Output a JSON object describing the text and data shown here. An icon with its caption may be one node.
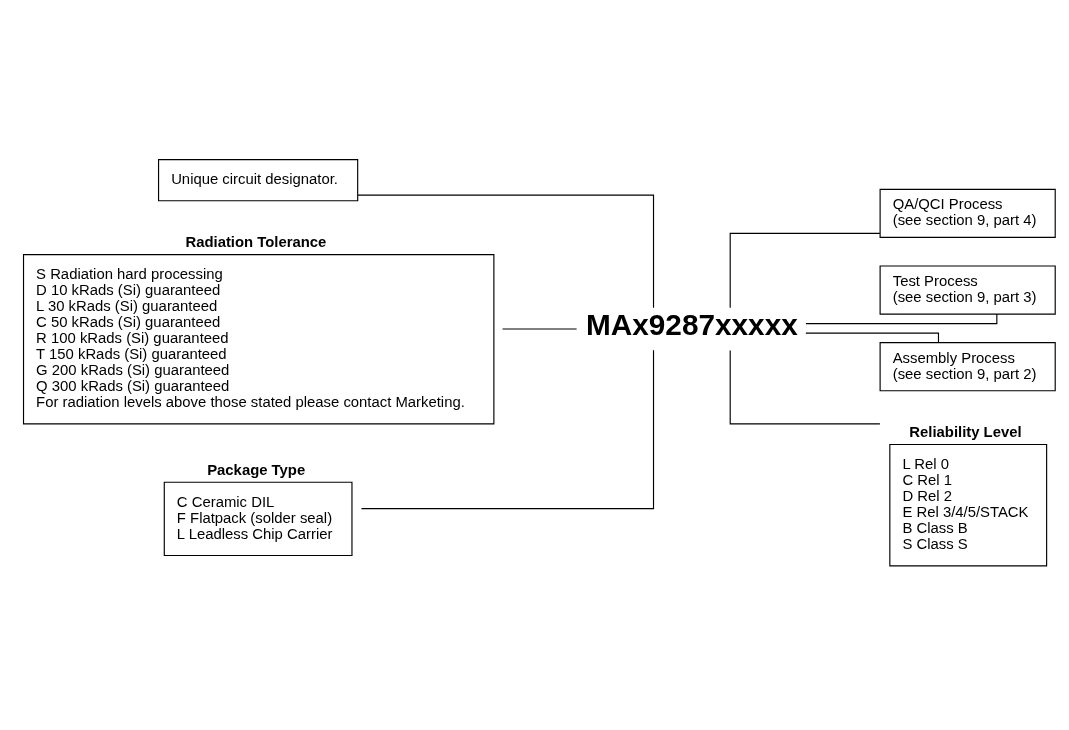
{
  "diagram": {
    "nodes": [
      {
        "text": [
          "Unique circuit designator."
        ]
      },
      {
        "text": [
          "MAx9287xxxxx"
        ]
      },
      {
        "text": [
          "Radiation Tolerance",
          "S Radiation hard processing",
          "D 10 kRads (Si) guaranteed",
          "L 30 kRads (Si) guaranteed",
          "C 50 kRads (Si) guaranteed",
          "R 100 kRads (Si) guaranteed",
          "T 150 kRads (Si) guaranteed",
          "G 200 kRads (Si) guaranteed",
          "Q 300 kRads (Si) guaranteed",
          "For radiation levels above those stated please contact Marketing."
        ]
      },
      {
        "text": [
          "Package Type",
          "C Ceramic DIL",
          "F Flatpack (solder seal)",
          "L Leadless Chip Carrier"
        ]
      },
      {
        "text": [
          "QA/QCI Process",
          "(see section 9, part 4)"
        ]
      },
      {
        "text": [
          "Test Process",
          "(see section 9, part 3)"
        ]
      },
      {
        "text": [
          "Assembly Process",
          "(see section 9, part 2)"
        ]
      },
      {
        "text": [
          "Reliability Level",
          "L Rel 0",
          "C Rel 1",
          "D Rel 2",
          "E Rel 3/4/5/STACK",
          "B Class B",
          "S Class S"
        ]
      }
    ],
    "edges": [
      {
        "from": 0,
        "to": 1,
        "arrow": "none"
      },
      {
        "from": 2,
        "to": 1,
        "arrow": "none"
      },
      {
        "from": 3,
        "to": 1,
        "arrow": "none"
      },
      {
        "from": 4,
        "to": 1,
        "arrow": "none"
      },
      {
        "from": 5,
        "to": 1,
        "arrow": "none"
      },
      {
        "from": 6,
        "to": 1,
        "arrow": "none"
      },
      {
        "from": 7,
        "to": 1,
        "arrow": "none"
      }
    ]
  }
}
